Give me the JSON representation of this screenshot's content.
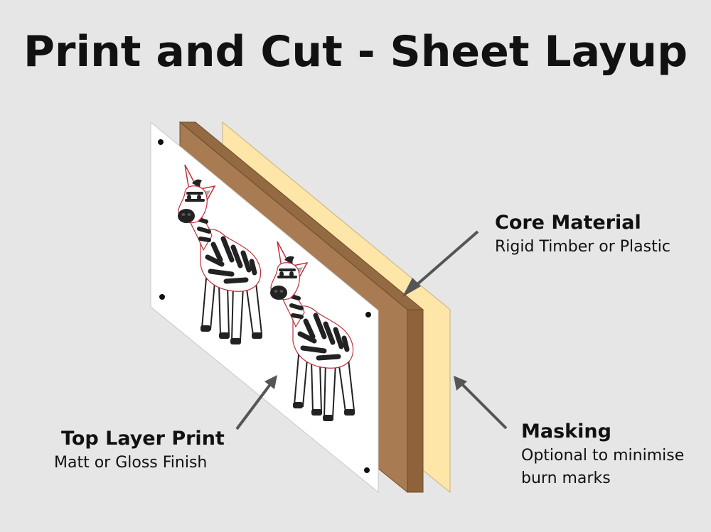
{
  "title": "Print and Cut - Sheet Layup",
  "labels": {
    "core": {
      "heading": "Core Material",
      "description": "Rigid Timber or Plastic"
    },
    "top": {
      "heading": "Top Layer Print",
      "description": "Matt or Gloss Finish"
    },
    "masking": {
      "heading": "Masking",
      "description_lines": [
        "Optional to minimise",
        "burn marks"
      ]
    }
  },
  "colors": {
    "background": "#e6e6e6",
    "print_sheet": "#ffffff",
    "core_face": "#a87b52",
    "core_edge": "#8e633c",
    "masking": "#fde6a8",
    "arrow": "#555555",
    "text": "#111111"
  }
}
